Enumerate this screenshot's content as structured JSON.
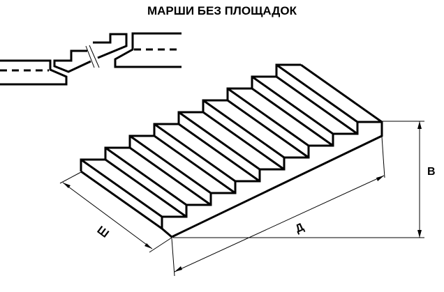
{
  "title": "МАРШИ БЕЗ ПЛОЩАДОК",
  "labels": {
    "width": "Ш",
    "length": "Д",
    "height": "В"
  },
  "diagram": {
    "step_count": 9
  }
}
